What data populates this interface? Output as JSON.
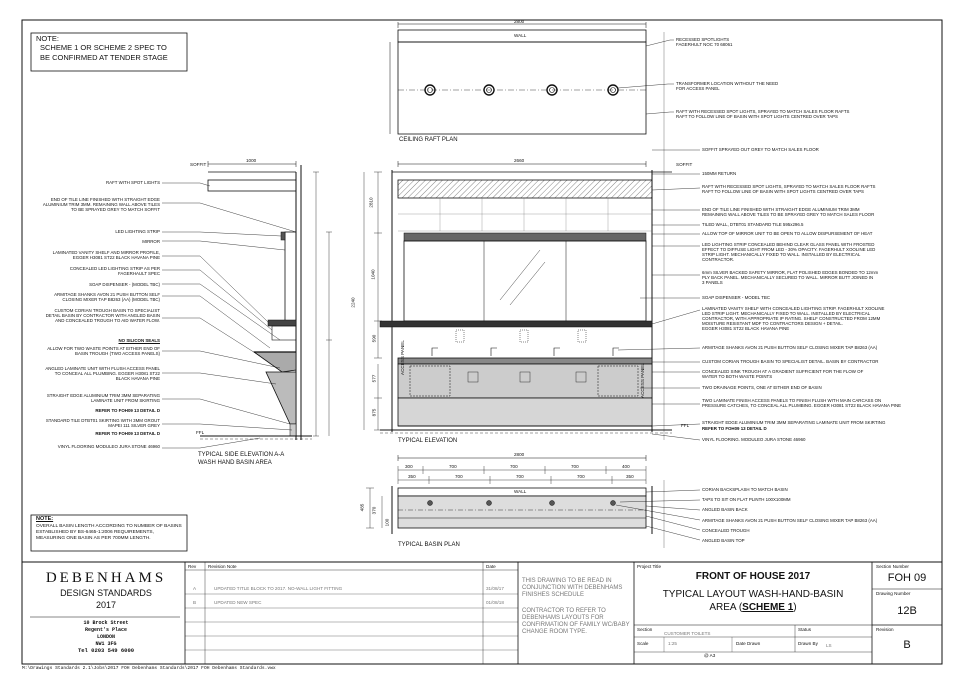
{
  "note_top": {
    "heading": "NOTE:",
    "text_1": "SCHEME 1 OR SCHEME 2 SPEC TO",
    "text_2": "BE CONFIRMED AT TENDER STAGE"
  },
  "ceiling": {
    "dim": "2800",
    "wall": "WALL",
    "caption": "CEILING RAFT PLAN",
    "labels": [
      "RECESSED SPOTLIGHTS\nFAGERHULT NOC 70 68061",
      "TRANSFORMER LOCATION WITHOUT THE NEED\nFOR ACCESS PANEL",
      "RAFT WITH RECESSED SPOT LIGHTS, SPRAYED TO MATCH SALES FLOOR RAFTS\nRAFT TO FOLLOW LINE OF BASIN WITH SPOT LIGHTS CENTRED OVER TAPS"
    ]
  },
  "side": {
    "soffit": "SOFFIT",
    "dim_top": "1000",
    "caption_1": "TYPICAL SIDE ELEVATION A-A",
    "caption_2": "WASH HAND BASIN AREA",
    "labels": [
      "RAFT WITH SPOT LIGHTS",
      "END OF TILE LINE FINISHED WITH STRAIGHT EDGE ALUMINIUM TRIM 3MM. REMAINING WALL ABOVE TILES TO BE SPRAYED GREY TO MATCH SOFFIT",
      "LED LIGHTING STRIP",
      "MIRROR",
      "LAMINATED VANITY SHELF AND MIRROR PROFILE, EGGER H3081 ST22 BLACK HAVANA PINE",
      "CONCEALED LED LIGHTING STRIP AS PER FAGERHAULT SPEC",
      "SOAP DISPENSER - (MODEL TBC)",
      "ARMITAGE SHANKS AVON 21 PUSH BUTTON SELF CLOSING MIXER TAP B8263 (AA) (MODEL TBC)",
      "CUSTOM CORIAN TROUGH BASIN TO SPECIALIST DETAIL BASIN BY CONTRACTOR WITH ANGLED BASIN AND CONCEALED TROUGH TO AID WATER FLOW.",
      "ALLOW FOR TWO WASTE POINTS AT EITHER END OF BASIN TROUGH (TWO ACCESS PANELS)",
      "ANGLED LAMINATE UNIT WITH FLUSH ACCESS PANEL TO CONCEAL ALL PLUMBING. EGGER H3081 ST22 BLACK HAVANA PINE",
      "STRAIGHT EDGE ALUMINIUM TRIM 3MM SEPARATING LAMINATE UNIT FROM SKIRTING",
      "STANDARD TILE DTBT01 SKIRTING WITH 3MM GROUT MAPEI 111 SILVER GREY",
      "VINYL FLOORING MODULEO JURA STONE 46960"
    ],
    "no_silicon": "NO SILICON SEALS",
    "ref_1": "REFER TO FOH09 13 DETAIL D",
    "ref_2": "REFER TO FOH09 13 DETAIL D",
    "ffl": "FFL"
  },
  "elevation": {
    "dim": "2660",
    "caption": "TYPICAL ELEVATION",
    "soffit": "SOFFIT",
    "ffl": "FFL",
    "access_1": "ACCESS PANEL",
    "access_2": "ACCESS PANEL",
    "vdims": [
      "2810",
      "1040",
      "590",
      "2240",
      "577",
      "875"
    ],
    "labels": [
      "SOFFIT SPRAYED OUT GREY TO MATCH SALES FLOOR",
      "150MM RETURN",
      "RAFT WITH RECESSED SPOT LIGHTS, SPRAYED TO MATCH SALES FLOOR RAFTS\nRAFT TO FOLLOW LINE OF BASIN WITH SPOT LIGHTS CENTRED OVER TAPS",
      "END OF TILE LINE FINISHED WITH STRAIGHT EDGE ALUMINIUM TRIM 3MM\nREMAINING WALL ABOVE TILES TO BE SPRAYED GREY TO MATCH SALES FLOOR",
      "TILED WALL, DTBT01 STANDARD TILE 595x296.5",
      "ALLOW TOP OF MIRROR UNIT TO BE OPEN TO ALLOW DISPURSEMENT OF HEAT",
      "LED LIGHTING STRIP CONCEALED BEHIND CLEAR GLASS PANEL WITH FROSTED\nEFFECT TO DIFFUSE LIGHT FROM LED - 30% OPACITY. FAGERHULT XOOLINE LED\nSTRIP LIGHT. MECHANICALLY FIXED TO WALL. INSTALLED BY ELECTRICAL\nCONTRACTOR.",
      "6mm SILVER BACKED SAFETY MIRROR, FLAT POLISHED EDGES BONDED TO 12mm\nPLY BACK PANEL. MECHANICALLY SECURED TO WALL. MIRROR BUTT JOINED IN\n3 PANELS",
      "SOAP DISPENSER - MODEL TBC",
      "LAMINATED VANITY SHELF WITH CONCEALED LIGHTING STRIP. FAGERHULT XOOLINE\nLED STRIP LIGHT. MECHANICALLY FIXED TO WALL. INSTALLED BY ELECTRICAL\nCONTRACTOR, WITH APPROPRIATE IP RATING. SHELF CONSTRUCTED FROM 12MM\nMOISTURE RESISTANT MDF TO CONTRACTORS DESIGN + DETAIL.\nEGGER H3081 ST22 BLACK HAVANA PINE",
      "ARMITAGE SHANKS AVON 21 PUSH BUTTON SELF CLOSING MIXER TAP B8263 (AA)",
      "CUSTOM CORIAN TROUGH BASIN TO SPECIALIST DETAIL. BASIN BY CONTRACTOR",
      "CONCEALED SINK TROUGH AT A GRADIENT SUFFICIENT FOR THE FLOW OF\nWATER TO BOTH WASTE POINTS",
      "TWO DRAINAGE POINTS, ONE AT EITHER END OF BASIN",
      "TWO LAMINATE FINISH ACCESS PANELS TO FINISH FLUSH WITH MAIN CARCASS ON\nPRESSURE CATCHES, TO CONCEAL ALL PLUMBING. EGGER H3081 ST22 BLACK HAVANA PINE",
      "STRAIGHT EDGE ALUMINIUM TRIM 3MM SEPARATING LAMINATE UNIT FROM SKIRTING",
      "VINYL FLOORING. MODULEO JURA STONE 46960"
    ],
    "ref": "REFER TO FOH09 13 DETAIL D"
  },
  "plan": {
    "dim": "2800",
    "wall": "WALL",
    "caption": "TYPICAL BASIN PLAN",
    "subdims": [
      "300",
      "700",
      "700",
      "700",
      "400"
    ],
    "subdims_2": [
      "350",
      "700",
      "700",
      "700",
      "350"
    ],
    "vdims": [
      "485",
      "370",
      "100"
    ],
    "labels": [
      "CORIAN BACKSPLASH TO MATCH BASIN",
      "TAPS TO SIT ON FLAT PLINTH 100X100MM",
      "ANGLED BASIN BACK",
      "ARMITAGE SHANKS AVON 21 PUSH BUTTON SELF CLOSING MIXER TAP B8263 (AA)",
      "CONCEALED TROUGH",
      "ANGLED BASIN TOP"
    ]
  },
  "note_bottom": {
    "heading": "NOTE:",
    "text": "OVERALL BASIN LENGTH ACCORDING TO NUMBER OF BASINS ESTABLISHED BY BS-6465-1:2006 REQUIREMENTS, MEASURING ONE BASIN AS PER 700MM LENGTH."
  },
  "titleblock": {
    "brand": "DEBENHAMS",
    "sub_1": "DESIGN STANDARDS",
    "sub_2": "2017",
    "address": [
      "10 Brock Street",
      "Regent's Place",
      "LONDON",
      "NW1 3FG",
      "Tel 0203 549 6000"
    ],
    "col_rev": "Rev",
    "col_note": "Revision Note",
    "col_date": "Date",
    "revisions": [
      {
        "rev": "A",
        "note": "UPDATED TITLE BLOCK TO 2017. NO-WALL LIGHT FITTING",
        "date": "31/08/17"
      },
      {
        "rev": "B",
        "note": "UPDATED NEW SPEC",
        "date": "01/08/18"
      }
    ],
    "info_1": "THIS DRAWING TO BE READ IN CONJUNCTION WITH DEBENHAMS FINISHES SCHEDULE",
    "info_2": "CONTRACTOR TO REFER TO DEBENHAMS LAYOUTS FOR CONFIRMATION OF FAMILY WC/BABY CHANGE ROOM TYPE.",
    "project_title_lbl": "Project Title",
    "project": "FRONT OF HOUSE 2017",
    "title_1": "TYPICAL LAYOUT WASH-HAND-BASIN",
    "title_2a": "AREA (",
    "title_2b": "SCHEME 1",
    "title_2c": ")",
    "section_lbl": "Section",
    "section_val": "CUSTOMER TOILETS",
    "status_lbl": "Status",
    "scale_lbl": "Scale",
    "scale_val": "1:25",
    "date_drawn_lbl": "Date Drawn",
    "drawn_by_lbl": "Drawn By",
    "drawn_by_val": "LS",
    "paper": "@ A3",
    "section_number_lbl": "Section Number",
    "section_number": "FOH 09",
    "drawing_number_lbl": "Drawing Number",
    "drawing_number": "12B",
    "revision_lbl": "Revision",
    "revision": "B"
  },
  "filepath": "M:\\Drawings Standards 2.1\\Jobs\\2017 FOH Debenhams Standards\\2017 FOH Debenhams Standards.vwx"
}
